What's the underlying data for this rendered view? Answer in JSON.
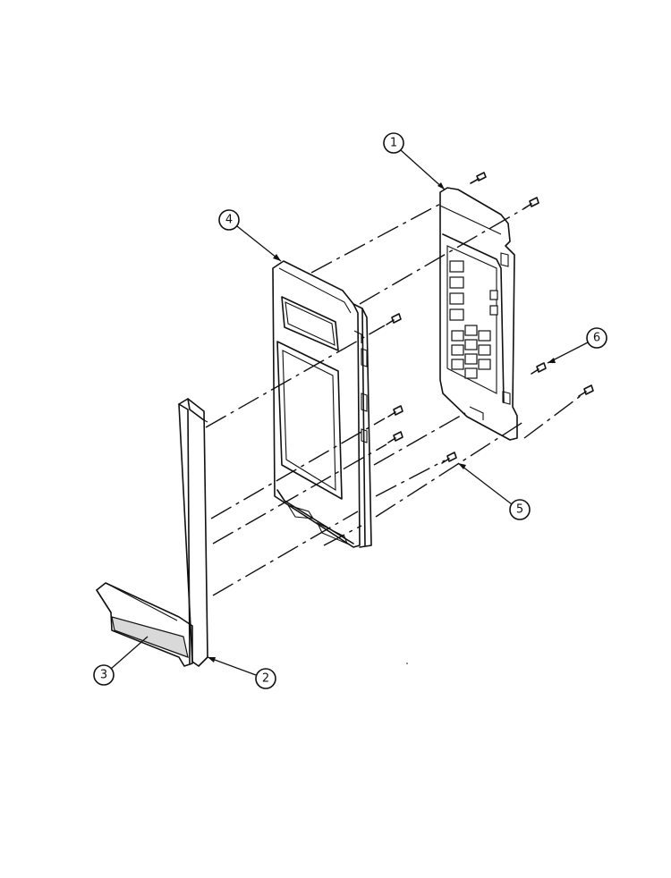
{
  "callouts": [
    {
      "id": "1",
      "label": "1"
    },
    {
      "id": "2",
      "label": "2"
    },
    {
      "id": "3",
      "label": "3"
    },
    {
      "id": "4",
      "label": "4"
    },
    {
      "id": "5",
      "label": "5"
    },
    {
      "id": "6",
      "label": "6"
    }
  ],
  "icons": [
    "screw-icon",
    "arrowhead-icon"
  ],
  "colors": {
    "line": "#111111",
    "background": "#ffffff",
    "shade": "#d9d9d9"
  }
}
